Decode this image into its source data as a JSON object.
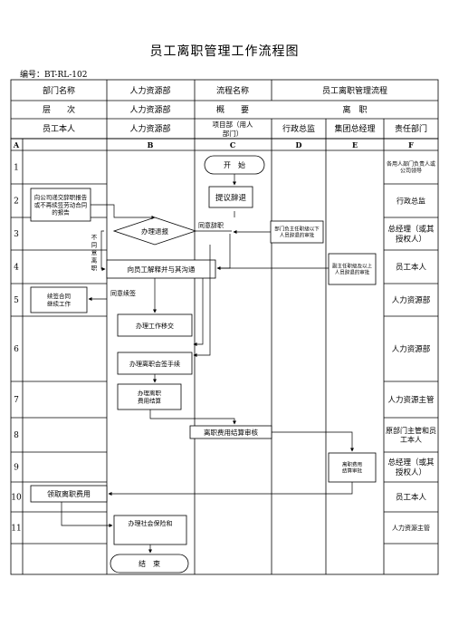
{
  "title": "员工离职管理工作流程图",
  "doc_code": "编号：BT-RL-102",
  "header": {
    "r1": [
      "部门名称",
      "人力资源部",
      "流程名称",
      "员工离职管理流程"
    ],
    "r2": [
      "层　　次",
      "人力资源部",
      "概　　要",
      "离　职"
    ],
    "r3": [
      "员工本人",
      "人力资源部",
      "项目部（用人部门）",
      "行政总监",
      "集团总经理",
      "责任部门"
    ],
    "cols": [
      "A",
      "B",
      "C",
      "D",
      "E",
      "F"
    ]
  },
  "rows": [
    "1",
    "2",
    "3",
    "4",
    "5",
    "6",
    "7",
    "8",
    "9",
    "10",
    "11"
  ],
  "nodes": {
    "start": "开　始",
    "submit_resignation": "向公司递交辞职报告或不再续签劳动合同的报告",
    "propose_dismissal": "提议辞退",
    "handle_dismissal": "办理退报",
    "dept_head_review": "部门负主任职级以下人员辞退的审批",
    "explain_communicate": "向员工解释并与其沟通",
    "gm_review": "副主任职级及以上人员辞退的审批",
    "renew_contract": "续签合同继续工作",
    "work_handover": "办理工作移交",
    "separation_procedures": "办理离职会签手续",
    "separation_settlement": "办理离职费用结算",
    "settlement_review": "离职费用结算审核",
    "gm_settlement_review": "离职费用结算审批",
    "collect_fees": "领取离职费用",
    "social_insurance": "办理社会保险和",
    "end": "结　束"
  },
  "edge_labels": {
    "agree_dismissal": "同意辞职",
    "disagree": "不同意离职",
    "renew": "同意续签"
  },
  "responsible": [
    "各用人部门负责人或公司领导",
    "行政总监",
    "总经理（或其授权人）",
    "员工本人",
    "人力资源部",
    "人力资源部",
    "人力资源主管",
    "原部门主管和员工本人",
    "总经理（或其授权人）",
    "员工本人",
    "人力资源主管"
  ]
}
